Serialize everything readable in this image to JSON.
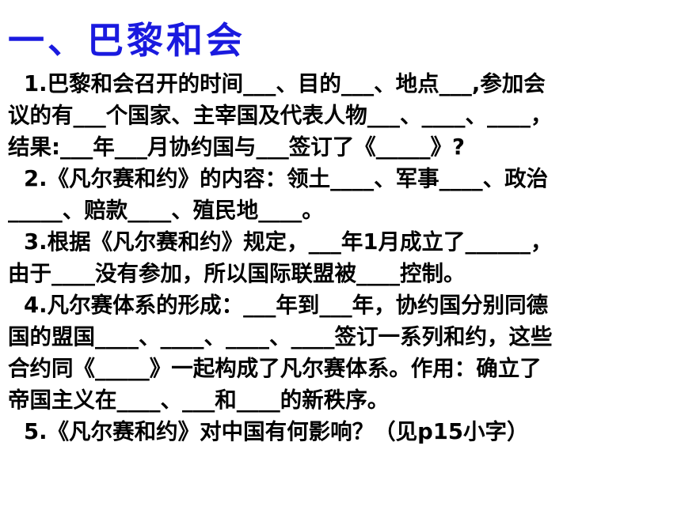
{
  "title": "一、巴黎和会",
  "lines": [
    {
      "text": "1.巴黎和会召开的时间___、目的___、地点___,参加会",
      "indent": true
    },
    {
      "text": "议的有___个国家、主宰国及代表人物___、____、____，",
      "indent": false
    },
    {
      "text": "结果:___年___月协约国与___签订了《_____》?",
      "indent": false
    },
    {
      "text": "2.《凡尔赛和约》的内容：领土____、军事____、政治",
      "indent": true
    },
    {
      "text": "_____、赔款____、殖民地____。",
      "indent": false
    },
    {
      "text": "3.根据《凡尔赛和约》规定，___年1月成立了______，",
      "indent": true
    },
    {
      "text": "由于____没有参加，所以国际联盟被____控制。",
      "indent": false
    },
    {
      "text": "4.凡尔赛体系的形成：___年到___年，协约国分别同德",
      "indent": true
    },
    {
      "text": "国的盟国____、____、____、____签订一系列和约，这些",
      "indent": false
    },
    {
      "text": "合约同《_____》一起构成了凡尔赛体系。作用：确立了",
      "indent": false
    },
    {
      "text": "帝国主义在____、___和____的新秩序。",
      "indent": false
    },
    {
      "text": "5.《凡尔赛和约》对中国有何影响？（见p15小字）",
      "indent": true
    }
  ]
}
